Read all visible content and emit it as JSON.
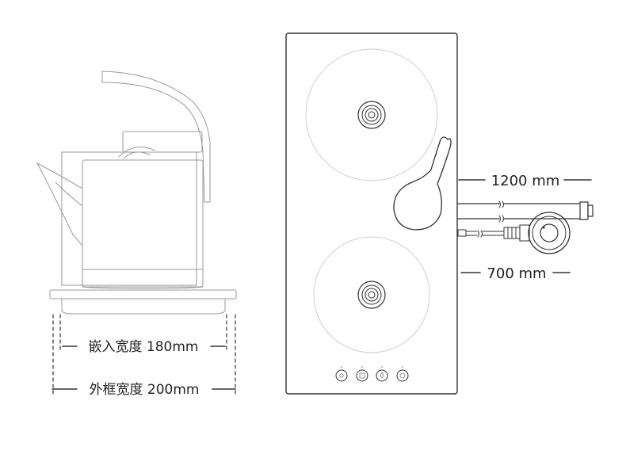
{
  "dimensions": {
    "inset_width": "嵌入宽度 180mm",
    "frame_width": "外框宽度 200mm",
    "hose_short": "1200 mm",
    "hose_long": "700 mm"
  },
  "controls": [
    {
      "icon": "power-icon"
    },
    {
      "icon": "mode-icon"
    },
    {
      "icon": "water-icon"
    },
    {
      "icon": "timer-icon"
    }
  ],
  "colors": {
    "stroke": "#333333",
    "light_stroke": "#9a9a9a",
    "background": "#ffffff"
  }
}
